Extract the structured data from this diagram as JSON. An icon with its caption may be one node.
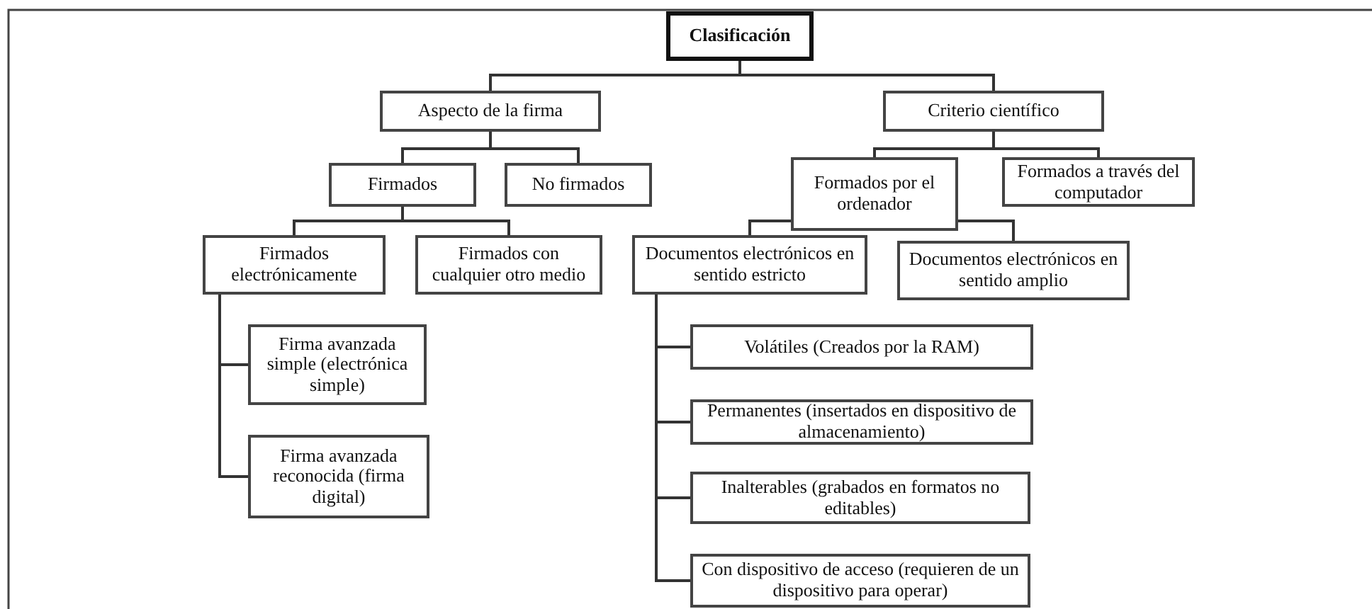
{
  "diagram": {
    "nodes": [
      {
        "text": [
          "Clasificación"
        ]
      },
      {
        "text": [
          "Aspecto de la firma"
        ]
      },
      {
        "text": [
          "Criterio científico"
        ]
      },
      {
        "text": [
          "Firmados"
        ]
      },
      {
        "text": [
          "No firmados"
        ]
      },
      {
        "text": [
          "Formados por el ordenador"
        ]
      },
      {
        "text": [
          "Formados a través del computador"
        ]
      },
      {
        "text": [
          "Firmados electrónicamente"
        ]
      },
      {
        "text": [
          "Firmados con cualquier otro medio"
        ]
      },
      {
        "text": [
          "Documentos electrónicos en sentido estricto"
        ]
      },
      {
        "text": [
          "Documentos electrónicos en sentido amplio"
        ]
      },
      {
        "text": [
          "Firma avanzada simple (electrónica simple)"
        ]
      },
      {
        "text": [
          "Firma avanzada reconocida (firma digital)"
        ]
      },
      {
        "text": [
          "Volátiles (Creados por la RAM)"
        ]
      },
      {
        "text": [
          "Permanentes (insertados en dispositivo de almacenamiento)"
        ]
      },
      {
        "text": [
          "Inalterables (grabados en formatos no editables)"
        ]
      },
      {
        "text": [
          "Con dispositivo de acceso (requieren de un dispositivo para operar)"
        ]
      }
    ],
    "edges": [
      {
        "from": 0,
        "to": 1,
        "arrow": "none"
      },
      {
        "from": 0,
        "to": 2,
        "arrow": "none"
      },
      {
        "from": 1,
        "to": 3,
        "arrow": "none"
      },
      {
        "from": 1,
        "to": 4,
        "arrow": "none"
      },
      {
        "from": 2,
        "to": 5,
        "arrow": "none"
      },
      {
        "from": 2,
        "to": 6,
        "arrow": "none"
      },
      {
        "from": 3,
        "to": 7,
        "arrow": "none"
      },
      {
        "from": 3,
        "to": 8,
        "arrow": "none"
      },
      {
        "from": 5,
        "to": 9,
        "arrow": "none"
      },
      {
        "from": 5,
        "to": 10,
        "arrow": "none"
      },
      {
        "from": 7,
        "to": 11,
        "arrow": "none"
      },
      {
        "from": 7,
        "to": 12,
        "arrow": "none"
      },
      {
        "from": 9,
        "to": 13,
        "arrow": "none"
      },
      {
        "from": 9,
        "to": 14,
        "arrow": "none"
      },
      {
        "from": 9,
        "to": 15,
        "arrow": "none"
      },
      {
        "from": 9,
        "to": 16,
        "arrow": "none"
      }
    ]
  }
}
